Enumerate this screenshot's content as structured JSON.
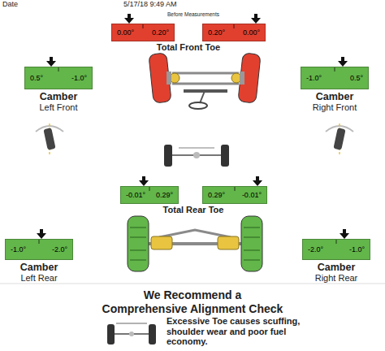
{
  "diagram": {
    "nodes": [
      {
        "text": [
          "0.00°",
          "0.20°"
        ]
      },
      {
        "text": [
          "0.20°",
          "0.00°"
        ]
      },
      {
        "text": [
          "0.5°",
          "-1.0°",
          "Camber",
          "Left Front"
        ]
      },
      {
        "text": [
          "-1.0°",
          "0.5°",
          "Camber",
          "Right Front"
        ]
      },
      {
        "text": [
          "-0.01°",
          "0.29°"
        ]
      },
      {
        "text": [
          "0.29°",
          "-0.01°"
        ]
      },
      {
        "text": [
          "-1.0°",
          "-2.0°",
          "Camber",
          "Left Rear"
        ]
      },
      {
        "text": [
          "-2.0°",
          "-1.0°",
          "Camber",
          "Right Rear"
        ]
      }
    ],
    "labels": [
      "Date",
      "5/17/18 9:49 AM",
      "Before Measurements",
      "Total Front Toe",
      "Total Rear Toe",
      "We Recommend a",
      "Comprehensive Alignment Check",
      "Excessive Toe causes scuffing, shoulder wear and poor fuel economy."
    ]
  }
}
